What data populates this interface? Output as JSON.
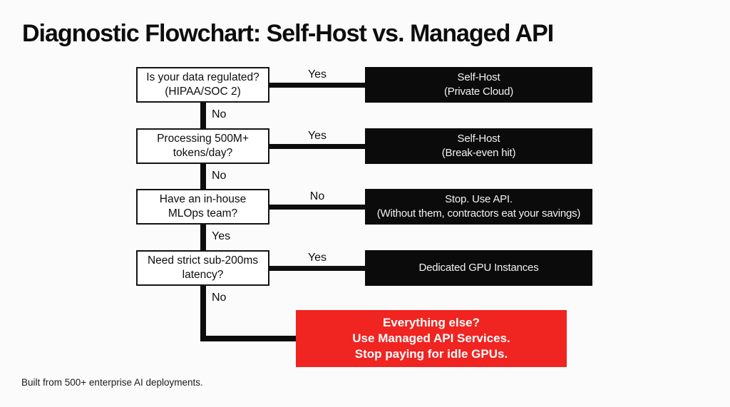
{
  "title": "Diagnostic Flowchart: Self-Host vs. Managed API",
  "footer": "Built from 500+ enterprise AI deployments.",
  "colors": {
    "background": "#fbfbfb",
    "decision_box_fill": "#ffffff",
    "decision_box_border": "#141414",
    "result_box_fill": "#0b0b0b",
    "result_box_text": "#f2f2f2",
    "terminal_box_fill": "#f02420",
    "terminal_box_text": "#ffffff",
    "connector": "#0d0d0d"
  },
  "flowchart": {
    "rows": [
      {
        "question_line1": "Is your data regulated?",
        "question_line2": "(HIPAA/SOC 2)",
        "branch_label": "Yes",
        "down_label": "No",
        "result_line1": "Self-Host",
        "result_line2": "(Private Cloud)"
      },
      {
        "question_line1": "Processing 500M+",
        "question_line2": "tokens/day?",
        "branch_label": "Yes",
        "down_label": "No",
        "result_line1": "Self-Host",
        "result_line2": "(Break-even hit)"
      },
      {
        "question_line1": "Have an in-house",
        "question_line2": "MLOps team?",
        "branch_label": "No",
        "down_label": "Yes",
        "result_line1": "Stop. Use API.",
        "result_line2": "(Without them, contractors eat your savings)"
      },
      {
        "question_line1": "Need strict sub-200ms",
        "question_line2": "latency?",
        "branch_label": "Yes",
        "down_label": "No",
        "result_line1": "Dedicated GPU Instances",
        "result_line2": ""
      }
    ],
    "terminal": {
      "line1": "Everything else?",
      "line2": "Use Managed API Services.",
      "line3": "Stop paying for idle GPUs."
    }
  }
}
